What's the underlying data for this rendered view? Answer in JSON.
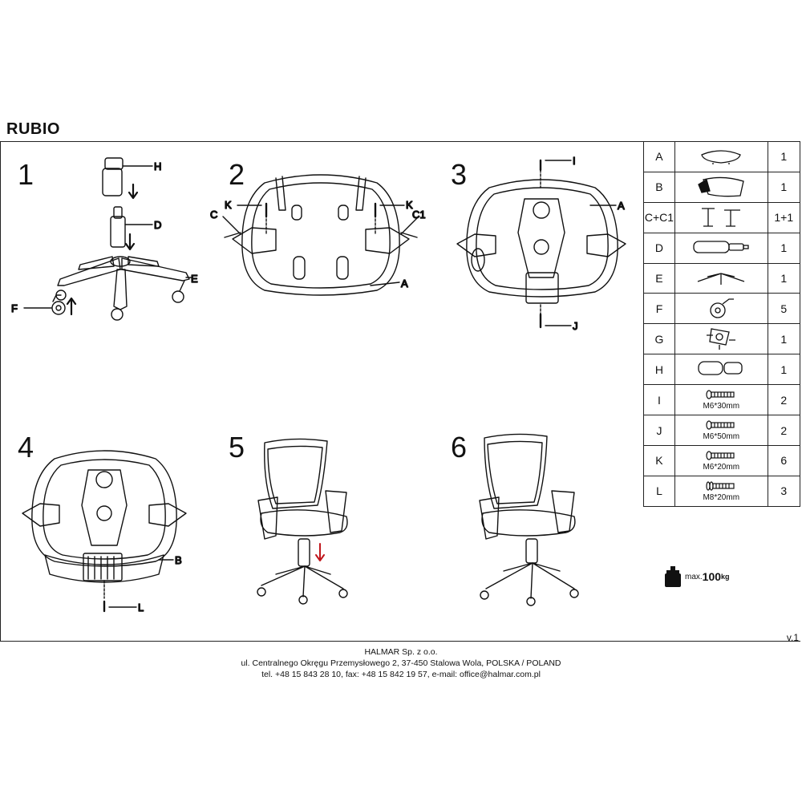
{
  "title": "RUBIO",
  "steps": [
    "1",
    "2",
    "3",
    "4",
    "5",
    "6"
  ],
  "step_labels": {
    "s1": [
      "H",
      "D",
      "E",
      "F"
    ],
    "s2": [
      "K",
      "K",
      "C",
      "C1",
      "A"
    ],
    "s3": [
      "I",
      "A",
      "J"
    ],
    "s4": [
      "B",
      "L"
    ]
  },
  "parts": [
    {
      "id": "A",
      "qty": "1",
      "icon": "seat-icon"
    },
    {
      "id": "B",
      "qty": "1",
      "icon": "backrest-icon"
    },
    {
      "id": "C+C1",
      "qty": "1+1",
      "icon": "armrest-pair-icon"
    },
    {
      "id": "D",
      "qty": "1",
      "icon": "gas-lift-icon"
    },
    {
      "id": "E",
      "qty": "1",
      "icon": "star-base-icon"
    },
    {
      "id": "F",
      "qty": "5",
      "icon": "caster-icon"
    },
    {
      "id": "G",
      "qty": "1",
      "icon": "mechanism-icon"
    },
    {
      "id": "H",
      "qty": "1",
      "icon": "gas-lift-cover-icon"
    },
    {
      "id": "I",
      "qty": "2",
      "icon": "screw-icon",
      "size": "M6*30mm"
    },
    {
      "id": "J",
      "qty": "2",
      "icon": "screw-icon",
      "size": "M6*50mm"
    },
    {
      "id": "K",
      "qty": "6",
      "icon": "screw-icon",
      "size": "M6*20mm"
    },
    {
      "id": "L",
      "qty": "3",
      "icon": "screw-washer-icon",
      "size": "M8*20mm"
    }
  ],
  "max_load": {
    "prefix": "max.",
    "value": "100",
    "unit": "kg"
  },
  "version": "v.1",
  "footer": [
    "HALMAR Sp. z o.o.",
    "ul. Centralnego Okręgu Przemysłowego 2, 37-450 Stalowa Wola, POLSKA / POLAND",
    "tel. +48 15 843 28 10, fax: +48 15 842 19 57, e-mail: office@halmar.com.pl"
  ],
  "colors": {
    "line": "#111111",
    "arrow_red": "#c0161c"
  }
}
